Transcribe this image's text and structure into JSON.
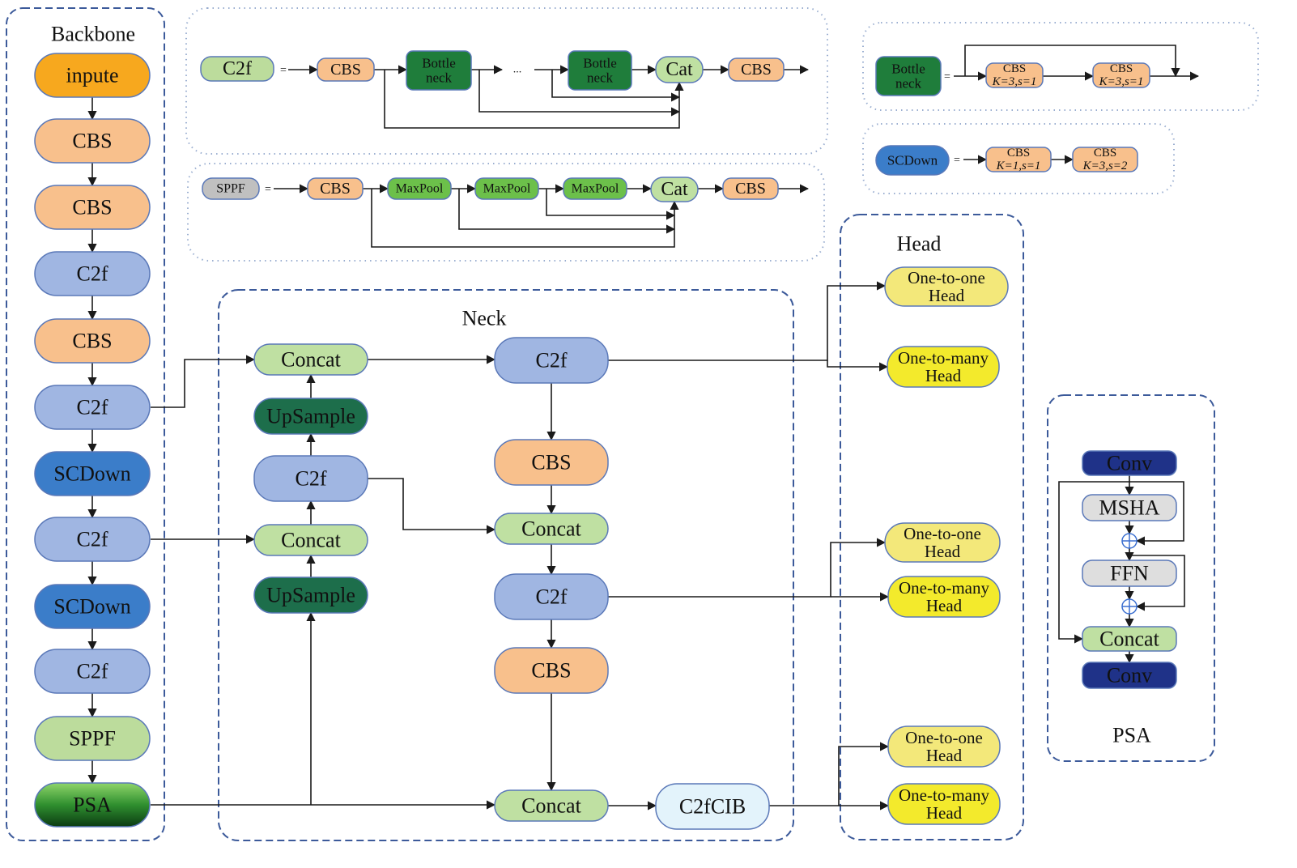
{
  "titles": {
    "backbone": "Backbone",
    "neck": "Neck",
    "head": "Head",
    "psa": "PSA"
  },
  "symbols": {
    "equals": "=",
    "ellipsis": "..."
  },
  "colors": {
    "cbs": "#f8c08c",
    "c2f": "#a0b6e2",
    "scdown": "#3b7dc9",
    "sppf": "#bcdc9c",
    "psa": "#2f8f2f",
    "concat": "#bfe0a2",
    "upsample": "#1d6e4b",
    "bottleneck": "#1f7d3b",
    "maxpool": "#6cc04a",
    "head_light": "#f3e87a",
    "head_bright": "#f3ea2c",
    "c2fcib": "#e3f3fb",
    "conv": "#1f3288",
    "gray": "#dedede",
    "input": "#f7a81e",
    "border": "#3c5a9a"
  },
  "nodes": {
    "bb0": "inpute",
    "bb1": "CBS",
    "bb2": "CBS",
    "bb3": "C2f",
    "bb4": "CBS",
    "bb5": "C2f",
    "bb6": "SCDown",
    "bb7": "C2f",
    "bb8": "SCDown",
    "bb9": "C2f",
    "bb10": "SPPF",
    "bb11": "PSA",
    "nk_concat1": "Concat",
    "nk_up1": "UpSample",
    "nk_c2f1": "C2f",
    "nk_concat2": "Concat",
    "nk_up2": "UpSample",
    "nk_c2f2": "C2f",
    "nk_cbs1": "CBS",
    "nk_concat3": "Concat",
    "nk_c2f3": "C2f",
    "nk_cbs2": "CBS",
    "nk_concat4": "Concat",
    "nk_c2fcib": "C2fCIB",
    "hd1": [
      "One-to-one",
      "Head"
    ],
    "hd2": [
      "One-to-many",
      "Head"
    ],
    "hd3": [
      "One-to-one",
      "Head"
    ],
    "hd4": [
      "One-to-many",
      "Head"
    ],
    "hd5": [
      "One-to-one",
      "Head"
    ],
    "hd6": [
      "One-to-many",
      "Head"
    ],
    "m_c2f": "C2f",
    "m_cbs1": "CBS",
    "m_bn1": [
      "Bottle",
      "neck"
    ],
    "m_bn2": [
      "Bottle",
      "neck"
    ],
    "m_cat1": "Cat",
    "m_cbs2": "CBS",
    "m_sppf": "SPPF",
    "m_cbs3": "CBS",
    "m_mp1": "MaxPool",
    "m_mp2": "MaxPool",
    "m_mp3": "MaxPool",
    "m_cat2": "Cat",
    "m_cbs4": "CBS",
    "m_bn3": [
      "Bottle",
      "neck"
    ],
    "m_cbsk1": [
      "CBS",
      "K=3,s=1"
    ],
    "m_cbsk2": [
      "CBS",
      "K=3,s=1"
    ],
    "m_scdown": "SCDown",
    "m_cbsk3": [
      "CBS",
      "K=1,s=1"
    ],
    "m_cbsk4": [
      "CBS",
      "K=3,s=2"
    ],
    "p_conv1": "Conv",
    "p_msha": "MSHA",
    "p_ffn": "FFN",
    "p_concat": "Concat",
    "p_conv2": "Conv"
  }
}
